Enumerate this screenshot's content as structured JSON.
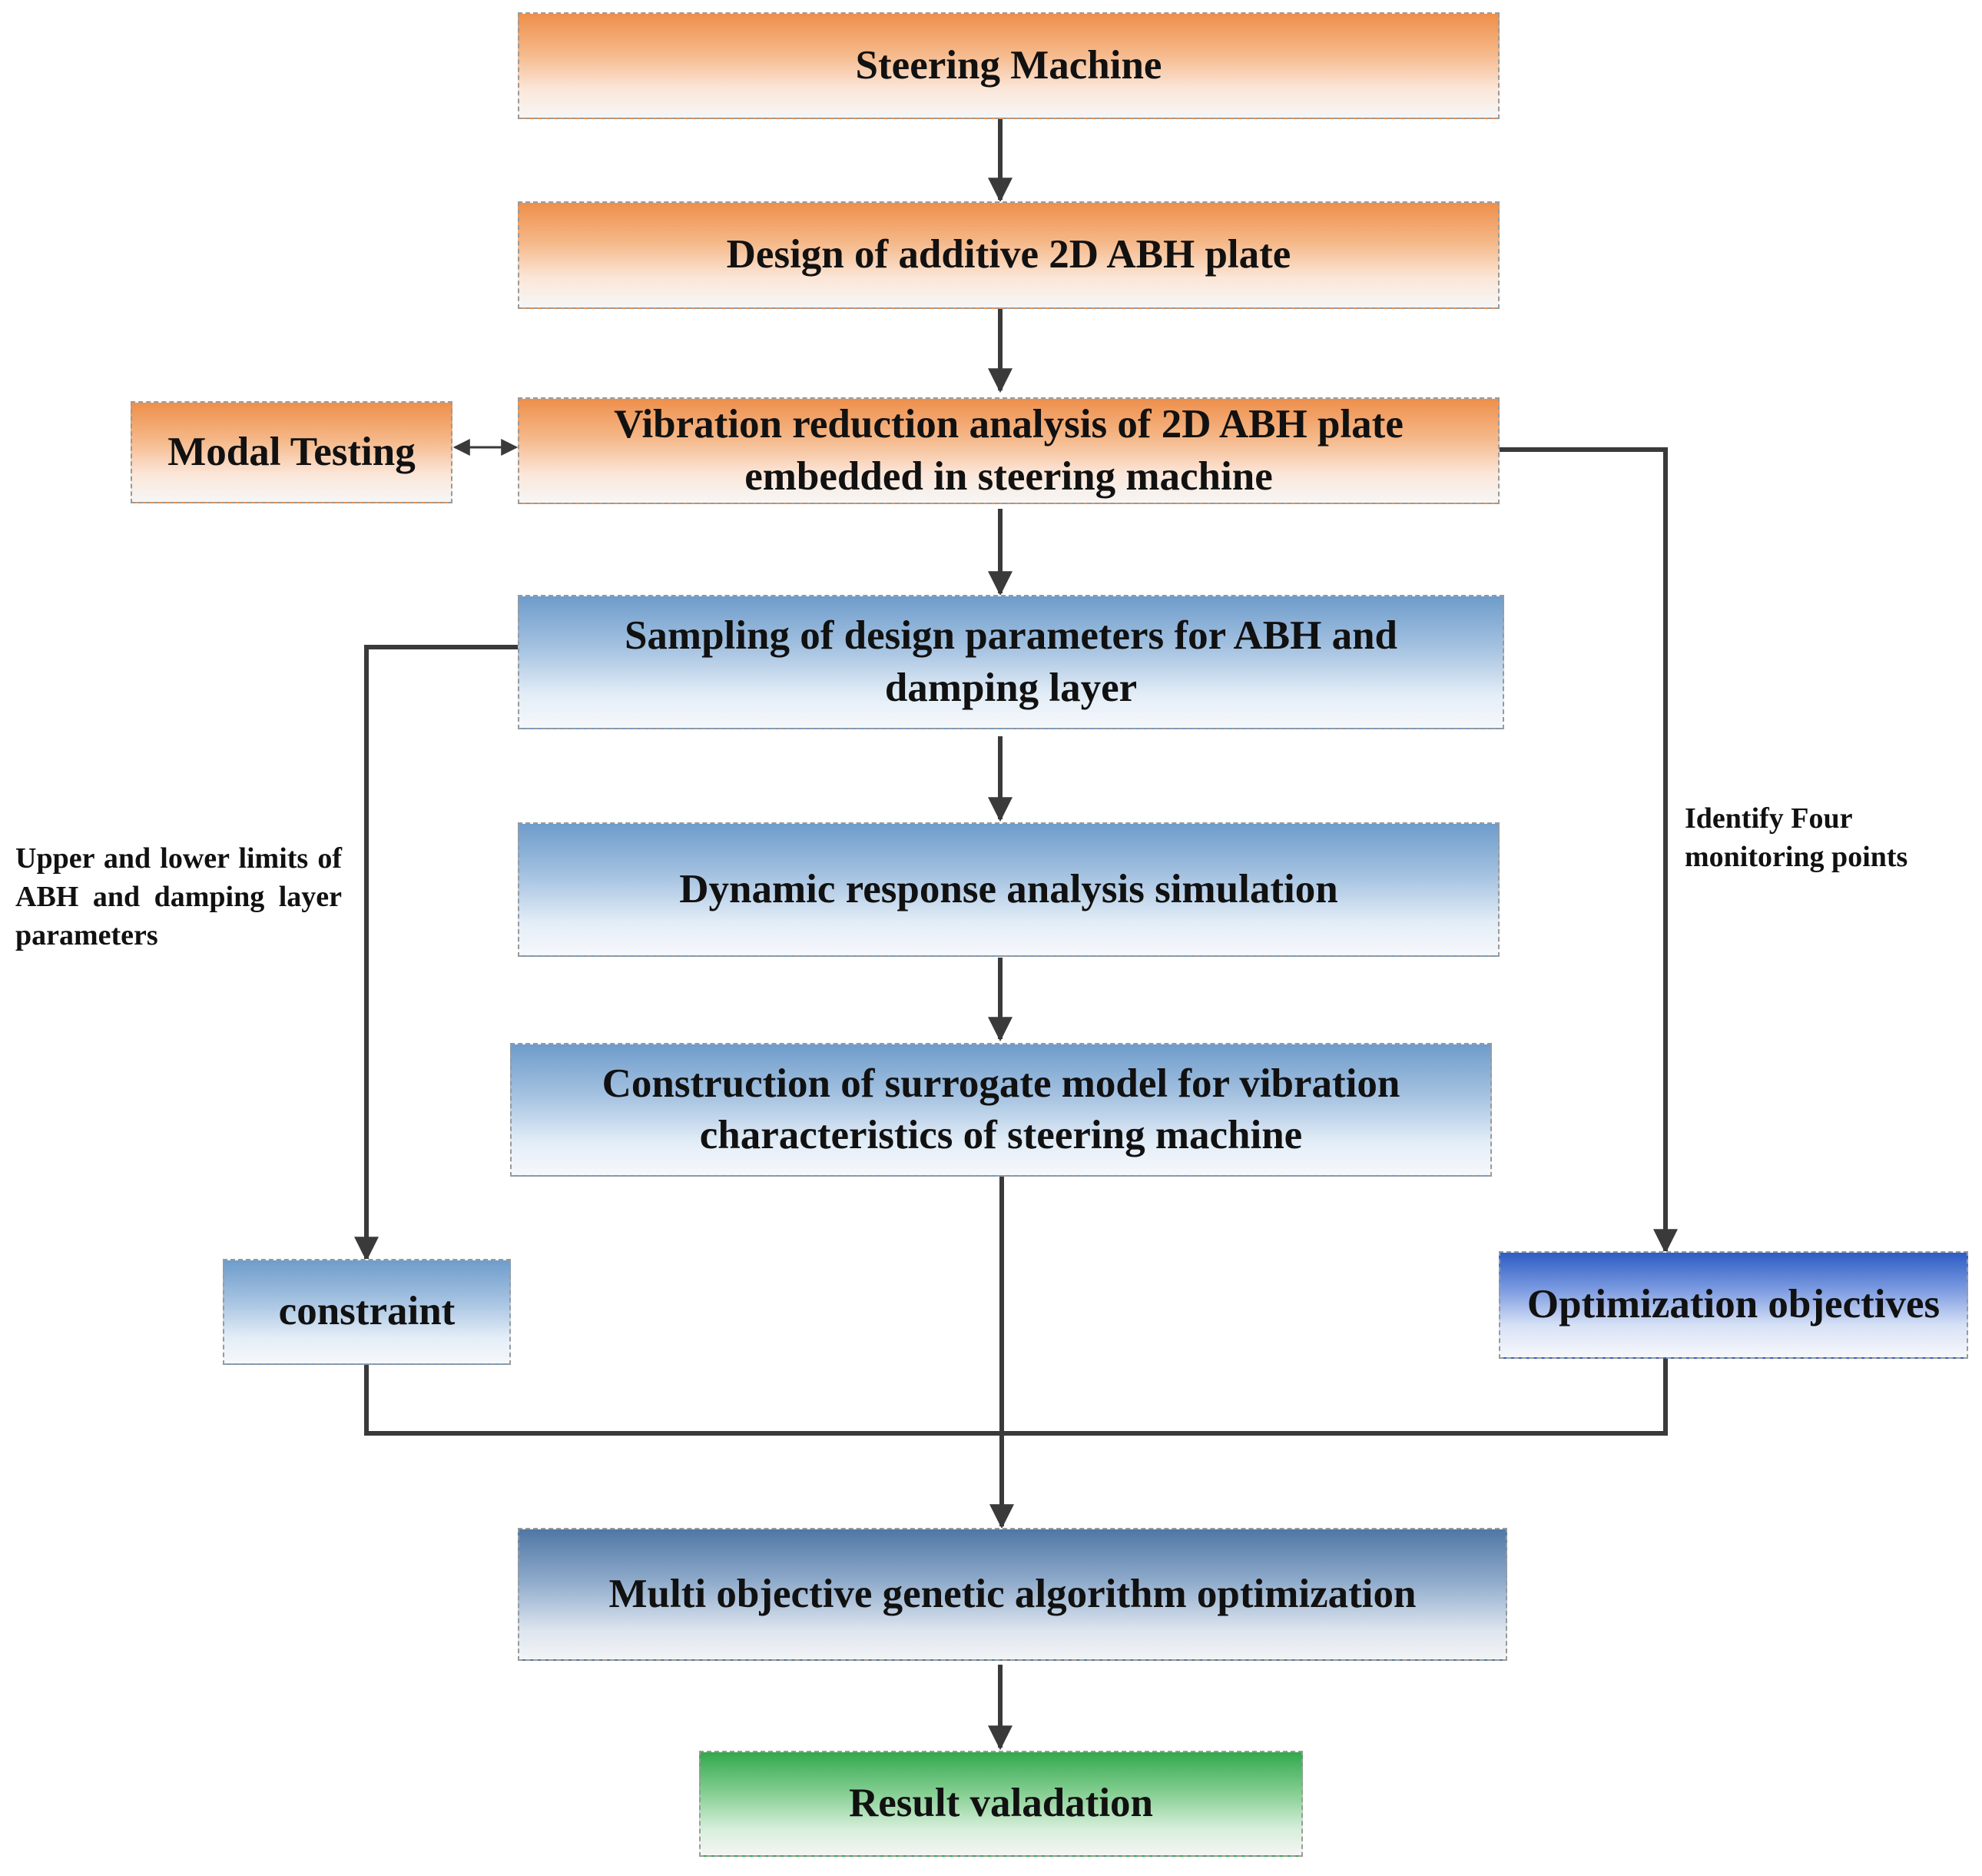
{
  "diagram": {
    "boxes": {
      "steering_machine": "Steering Machine",
      "design_plate": "Design of additive 2D ABH plate",
      "vibration_analysis": "Vibration reduction analysis of 2D ABH plate embedded in steering machine",
      "modal_testing": "Modal Testing",
      "sampling": "Sampling of design parameters for ABH and damping layer",
      "dynamic_response": "Dynamic response analysis simulation",
      "surrogate_model": "Construction of surrogate model for vibration characteristics of steering machine",
      "constraint": "constraint",
      "optimization_objectives": "Optimization objectives",
      "genetic_algorithm": "Multi objective genetic algorithm optimization",
      "result_validation": "Result valadation"
    },
    "annotations": {
      "limits": "Upper and lower limits of ABH and damping layer parameters",
      "monitoring": "Identify Four monitoring points"
    },
    "colors": {
      "stage_1": "#ee8f4b",
      "stage_2": "#6e9ccb",
      "stage_3": "#4f77a5",
      "objectives": "#2d5cc4",
      "result": "#32a84d",
      "connector": "#3a3a3a"
    }
  }
}
